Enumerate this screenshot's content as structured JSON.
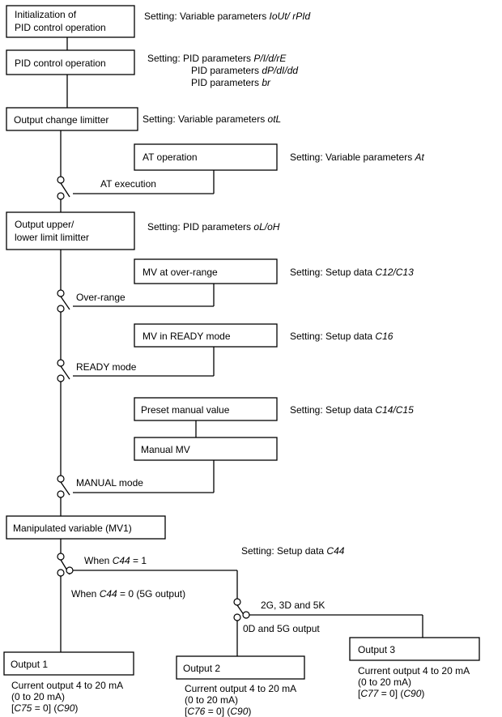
{
  "blocks": {
    "init": [
      "Initialization of",
      "PID control operation"
    ],
    "pid": "PID control operation",
    "olc": "Output change limitter",
    "at": "AT operation",
    "ulim": [
      "Output upper/",
      "lower limit limitter"
    ],
    "mvover": "MV at over-range",
    "mvready": "MV in READY mode",
    "preset": "Preset manual value",
    "manmv": "Manual MV",
    "mv1": "Manipulated variable (MV1)",
    "out1": "Output 1",
    "out2": "Output 2",
    "out3": "Output 3"
  },
  "settings": {
    "init": {
      "prefix": "Setting: Variable parameters ",
      "params": "IoUt/ rPId"
    },
    "pid_line1": {
      "prefix": "Setting: PID parameters ",
      "params": "P/I/d/rE"
    },
    "pid_line2": {
      "prefix": "PID parameters ",
      "params": "dP/dI/dd"
    },
    "pid_line3": {
      "prefix": "PID parameters ",
      "params": "br"
    },
    "olc": {
      "prefix": "Setting: Variable parameters ",
      "params": "otL"
    },
    "at": {
      "prefix": "Setting: Variable parameters ",
      "params": "At"
    },
    "ulim": {
      "prefix": "Setting: PID parameters ",
      "params": "oL/oH"
    },
    "mvover": {
      "prefix": "Setting: Setup data ",
      "params": "C12/C13"
    },
    "mvready": {
      "prefix": "Setting: Setup data ",
      "params": "C16"
    },
    "preset": {
      "prefix": "Setting: Setup data ",
      "params": "C14/C15"
    },
    "c44": {
      "prefix": "Setting: Setup data ",
      "params": "C44"
    }
  },
  "switches": {
    "at": "AT execution",
    "over": "Over-range",
    "ready": "READY mode",
    "manual": "MANUAL mode",
    "c44_1": {
      "pre": "When ",
      "param": "C44",
      "post": " = 1"
    },
    "c44_0": {
      "pre": "When ",
      "param": "C44",
      "post": " = 0 (5G output)"
    },
    "type1": "2G, 3D and 5K",
    "type2": "0D and 5G output"
  },
  "outputs": [
    {
      "line1": "Current output 4 to 20 mA",
      "line2": "(0 to 20 mA)",
      "param1": "C75",
      "mid": " = 0] (",
      "param2": "C90"
    },
    {
      "line1": "Current output 4 to 20 mA",
      "line2": "(0 to 20 mA)",
      "param1": "C76",
      "mid": " = 0] (",
      "param2": "C90"
    },
    {
      "line1": "Current output 4 to 20 mA",
      "line2": "(0 to 20 mA)",
      "param1": "C77",
      "mid": " = 0] (",
      "param2": "C90"
    }
  ]
}
